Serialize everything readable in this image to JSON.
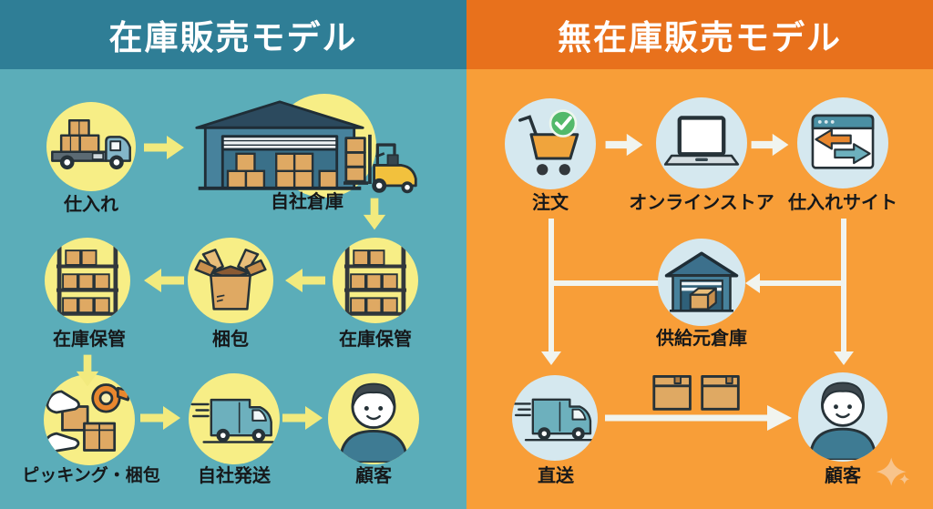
{
  "left_panel": {
    "title": "在庫販売モデル",
    "labels": {
      "purchase": "仕入れ",
      "own_warehouse": "自社倉庫",
      "storage_a": "在庫保管",
      "packing": "梱包",
      "storage_b": "在庫保管",
      "picking_packing": "ピッキング・梱包",
      "own_shipping": "自社発送",
      "customer": "顧客"
    }
  },
  "right_panel": {
    "title": "無在庫販売モデル",
    "labels": {
      "order": "注文",
      "online_store": "オンラインストア",
      "supplier_site": "仕入れサイト",
      "supplier_warehouse": "供給元倉庫",
      "direct_shipping": "直送",
      "customer": "顧客"
    }
  },
  "icons": {
    "purchase": "truck-loaded-icon",
    "own_warehouse": "warehouse-forklift-icon",
    "storage": "shelf-rack-icon",
    "packing": "open-box-icon",
    "picking_packing": "hands-packing-icon",
    "own_shipping": "delivery-van-icon",
    "customer": "person-avatar-icon",
    "order": "cart-check-icon",
    "online_store": "laptop-icon",
    "supplier_site": "browser-swap-arrows-icon",
    "supplier_warehouse": "warehouse-box-icon",
    "shipment": "cardboard-boxes-icon",
    "decoration": "sparkle-icon"
  },
  "colors": {
    "left_header": "#2f7e96",
    "left_bg": "#5badb9",
    "right_header": "#e8711c",
    "right_bg": "#f89e38",
    "left_circle": "#f7ee86",
    "right_circle": "#d5e8ef",
    "left_arrow": "#f2ea7e",
    "right_arrow": "#f1f4ef",
    "label_text": "#16181a",
    "header_text": "#ffffff",
    "cardboard": "#dfa963",
    "cardboard_dark": "#c98f4d",
    "teal_vehicle": "#6db0bd",
    "building_teal": "#47829c",
    "outline": "#263238"
  }
}
